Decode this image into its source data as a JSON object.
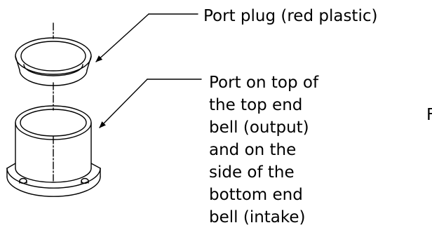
{
  "labels": {
    "port_plug": "Port plug (red plastic)",
    "port_description": [
      "Port on top of",
      "the top end",
      "bell (output)",
      "and on the",
      "side of the",
      "bottom end",
      "bell (intake)"
    ],
    "cut_off_letter": "F"
  },
  "colors": {
    "ink": "#000000",
    "background": "#ffffff"
  }
}
